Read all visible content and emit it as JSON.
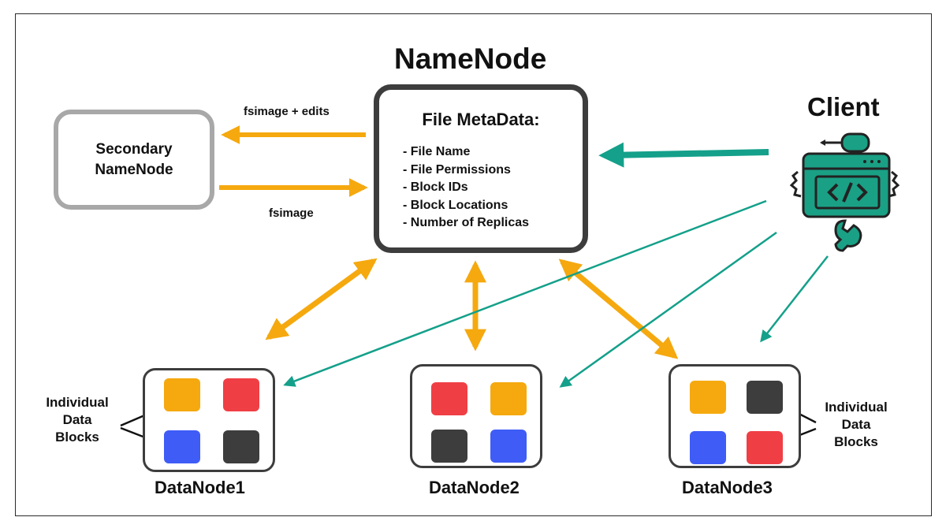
{
  "namenode": {
    "title": "NameNode",
    "header": "File MetaData:",
    "metadata_items": [
      "- File Name",
      "- File Permissions",
      "- Block IDs",
      "- Block Locations",
      "- Number of Replicas"
    ]
  },
  "secondary_namenode": {
    "label": "Secondary NameNode"
  },
  "edge_labels": {
    "to_secondary": "fsimage + edits",
    "from_secondary": "fsimage"
  },
  "client": {
    "title": "Client",
    "icon": "code-window-gear-icon"
  },
  "datanodes": [
    {
      "label": "DataNode1",
      "blocks": [
        "#f5a90f",
        "#ef3f45",
        "#3f5cf6",
        "#3d3d3d"
      ]
    },
    {
      "label": "DataNode2",
      "blocks": [
        "#ef3f45",
        "#f5a90f",
        "#3d3d3d",
        "#3f5cf6"
      ]
    },
    {
      "label": "DataNode3",
      "blocks": [
        "#f5a90f",
        "#3d3d3d",
        "#3f5cf6",
        "#ef3f45"
      ]
    }
  ],
  "block_annotation": {
    "left": "Individual\nData\nBlocks",
    "right": "Individual\nData\nBlocks"
  },
  "colors": {
    "orange_arrow": "#f5a90f",
    "teal_arrow": "#14a08a",
    "box_border": "#3d3d3d",
    "secondary_border": "#a8a8a8",
    "client_icon": "#1aa085"
  }
}
